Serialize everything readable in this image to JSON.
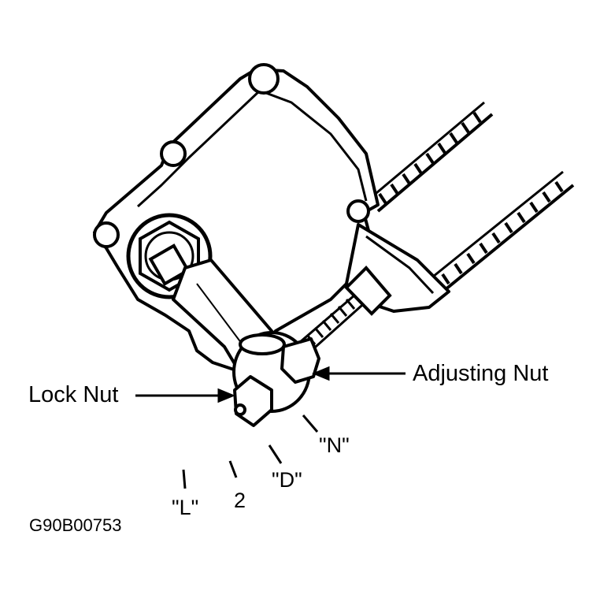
{
  "labels": {
    "lock_nut": "Lock Nut",
    "adjusting_nut": "Adjusting Nut",
    "pos_n": "\"N\"",
    "pos_d": "\"D\"",
    "pos_2": "2",
    "pos_l": "\"L\""
  },
  "figure_code": "G90B00753",
  "colors": {
    "line": "#000000",
    "fill": "#ffffff"
  }
}
